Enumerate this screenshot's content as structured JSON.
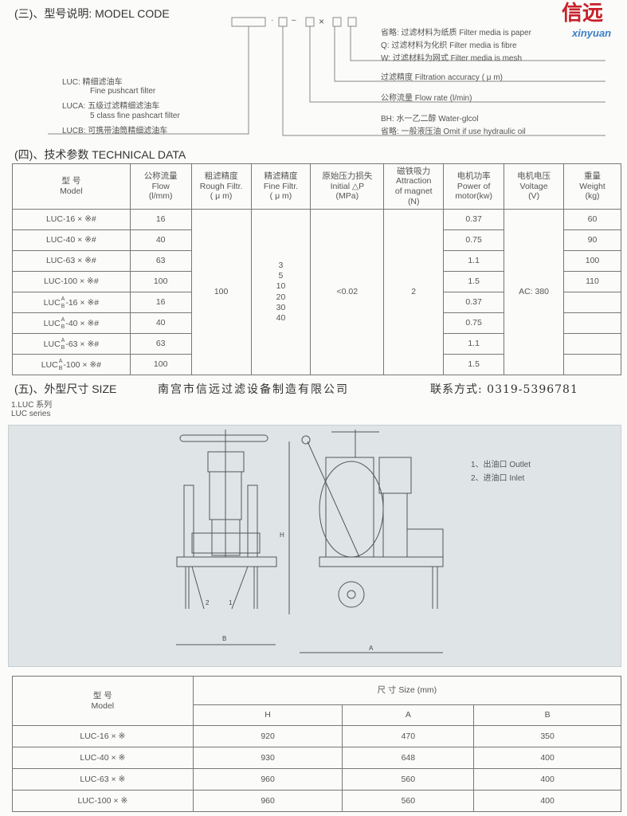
{
  "model_code": {
    "title": "(三)、型号说明: MODEL CODE",
    "code_separators": [
      "·",
      "–",
      "×"
    ],
    "right_items": [
      "省略:  过滤材料为纸质 Filter media is paper",
      "Q:  过滤材料为化织 Filter media is fibre",
      "W:  过滤材料为网式 Filter media is mesh",
      "过滤精度 Filtration accuracy ( μ m)",
      "公称流量 Flow rate (l/min)",
      "BH:  水一乙二醇 Water-glcol",
      "省略:  一般液压油 Omit if use hydraulic oil"
    ],
    "left_items": [
      "LUC:  精细滤油车",
      "Fine pushcart filter",
      "LUCA:  五级过滤精细滤油车",
      "5 class fine pashcart filter",
      "LUCB:  可携带油筒精细滤油车"
    ]
  },
  "logo": {
    "cn": "信远",
    "en": "xinyuan"
  },
  "tech": {
    "title": "(四)、技术参数  TECHNICAL DATA",
    "headers": [
      "型 号\nModel",
      "公称流量\nFlow\n(l/mm)",
      "粗滤精度\nRough Filtr.\n( μ m)",
      "精滤精度\nFine Filtr.\n( μ m)",
      "原始压力损失\nInitial △P\n(MPa)",
      "磁铁吸力\nAttraction\nof magnet\n(N)",
      "电机功率\nPower of\nmotor(kw)",
      "电机电压\nVoltage\n(V)",
      "重量\nWeight\n(kg)"
    ],
    "rows": [
      {
        "prefix": "LUC",
        "ab": false,
        "suffix": "-16 × ※#",
        "flow": "16",
        "power": "0.37",
        "weight": "60"
      },
      {
        "prefix": "LUC",
        "ab": false,
        "suffix": "-40 × ※#",
        "flow": "40",
        "power": "0.75",
        "weight": "90"
      },
      {
        "prefix": "LUC",
        "ab": false,
        "suffix": "-63 × ※#",
        "flow": "63",
        "power": "1.1",
        "weight": "100"
      },
      {
        "prefix": "LUC",
        "ab": false,
        "suffix": "-100 × ※#",
        "flow": "100",
        "power": "1.5",
        "weight": "110"
      },
      {
        "prefix": "LUC",
        "ab": true,
        "suffix": "-16 × ※#",
        "flow": "16",
        "power": "0.37",
        "weight": ""
      },
      {
        "prefix": "LUC",
        "ab": true,
        "suffix": "-40 × ※#",
        "flow": "40",
        "power": "0.75",
        "weight": ""
      },
      {
        "prefix": "LUC",
        "ab": true,
        "suffix": "-63 × ※#",
        "flow": "63",
        "power": "1.1",
        "weight": ""
      },
      {
        "prefix": "LUC",
        "ab": true,
        "suffix": "-100 × ※#",
        "flow": "100",
        "power": "1.5",
        "weight": ""
      }
    ],
    "ab_sup": "A",
    "ab_sub": "B",
    "rough": "100",
    "fine": "3\n5\n10\n20\n30\n40",
    "dp": "<0.02",
    "magnet": "2",
    "voltage": "AC:  380"
  },
  "size": {
    "title": "(五)、外型尺寸  SIZE",
    "company": "南宫市信远过滤设备制造有限公司",
    "contact": "联系方式: 0319-5396781",
    "series_cn": "1.LUC 系列",
    "series_en": "LUC series",
    "legend": [
      "1、出油口  Outlet",
      "2、进油口  Inlet"
    ],
    "dim_labels": {
      "H": "H",
      "A": "A",
      "B": "B",
      "p1": "1",
      "p2": "2"
    }
  },
  "size_table": {
    "model_header": "型 号\nModel",
    "size_header": "尺    寸    Size  (mm)",
    "cols": [
      "H",
      "A",
      "B"
    ],
    "rows": [
      [
        "LUC-16 × ※",
        "920",
        "470",
        "350"
      ],
      [
        "LUC-40 × ※",
        "930",
        "648",
        "400"
      ],
      [
        "LUC-63 × ※",
        "960",
        "560",
        "400"
      ],
      [
        "LUC-100 × ※",
        "960",
        "560",
        "400"
      ]
    ]
  }
}
